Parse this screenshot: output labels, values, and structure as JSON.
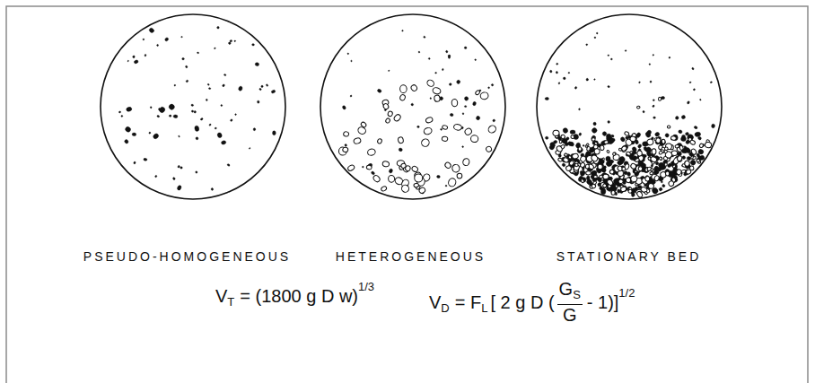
{
  "diagram": {
    "nodes": [
      {
        "text": [
          "PSEUDO-HOMOGENEOUS"
        ]
      },
      {
        "text": [
          "HETEROGENEOUS"
        ]
      },
      {
        "text": [
          "STATIONARY BED"
        ]
      }
    ],
    "labels": [
      "V",
      "T",
      "= (1800 g D w)",
      "1/3",
      "V",
      "D",
      "= F",
      "L",
      "[ 2 g D (",
      "G",
      "S",
      "G",
      "- 1)",
      "]",
      "1/2"
    ]
  }
}
